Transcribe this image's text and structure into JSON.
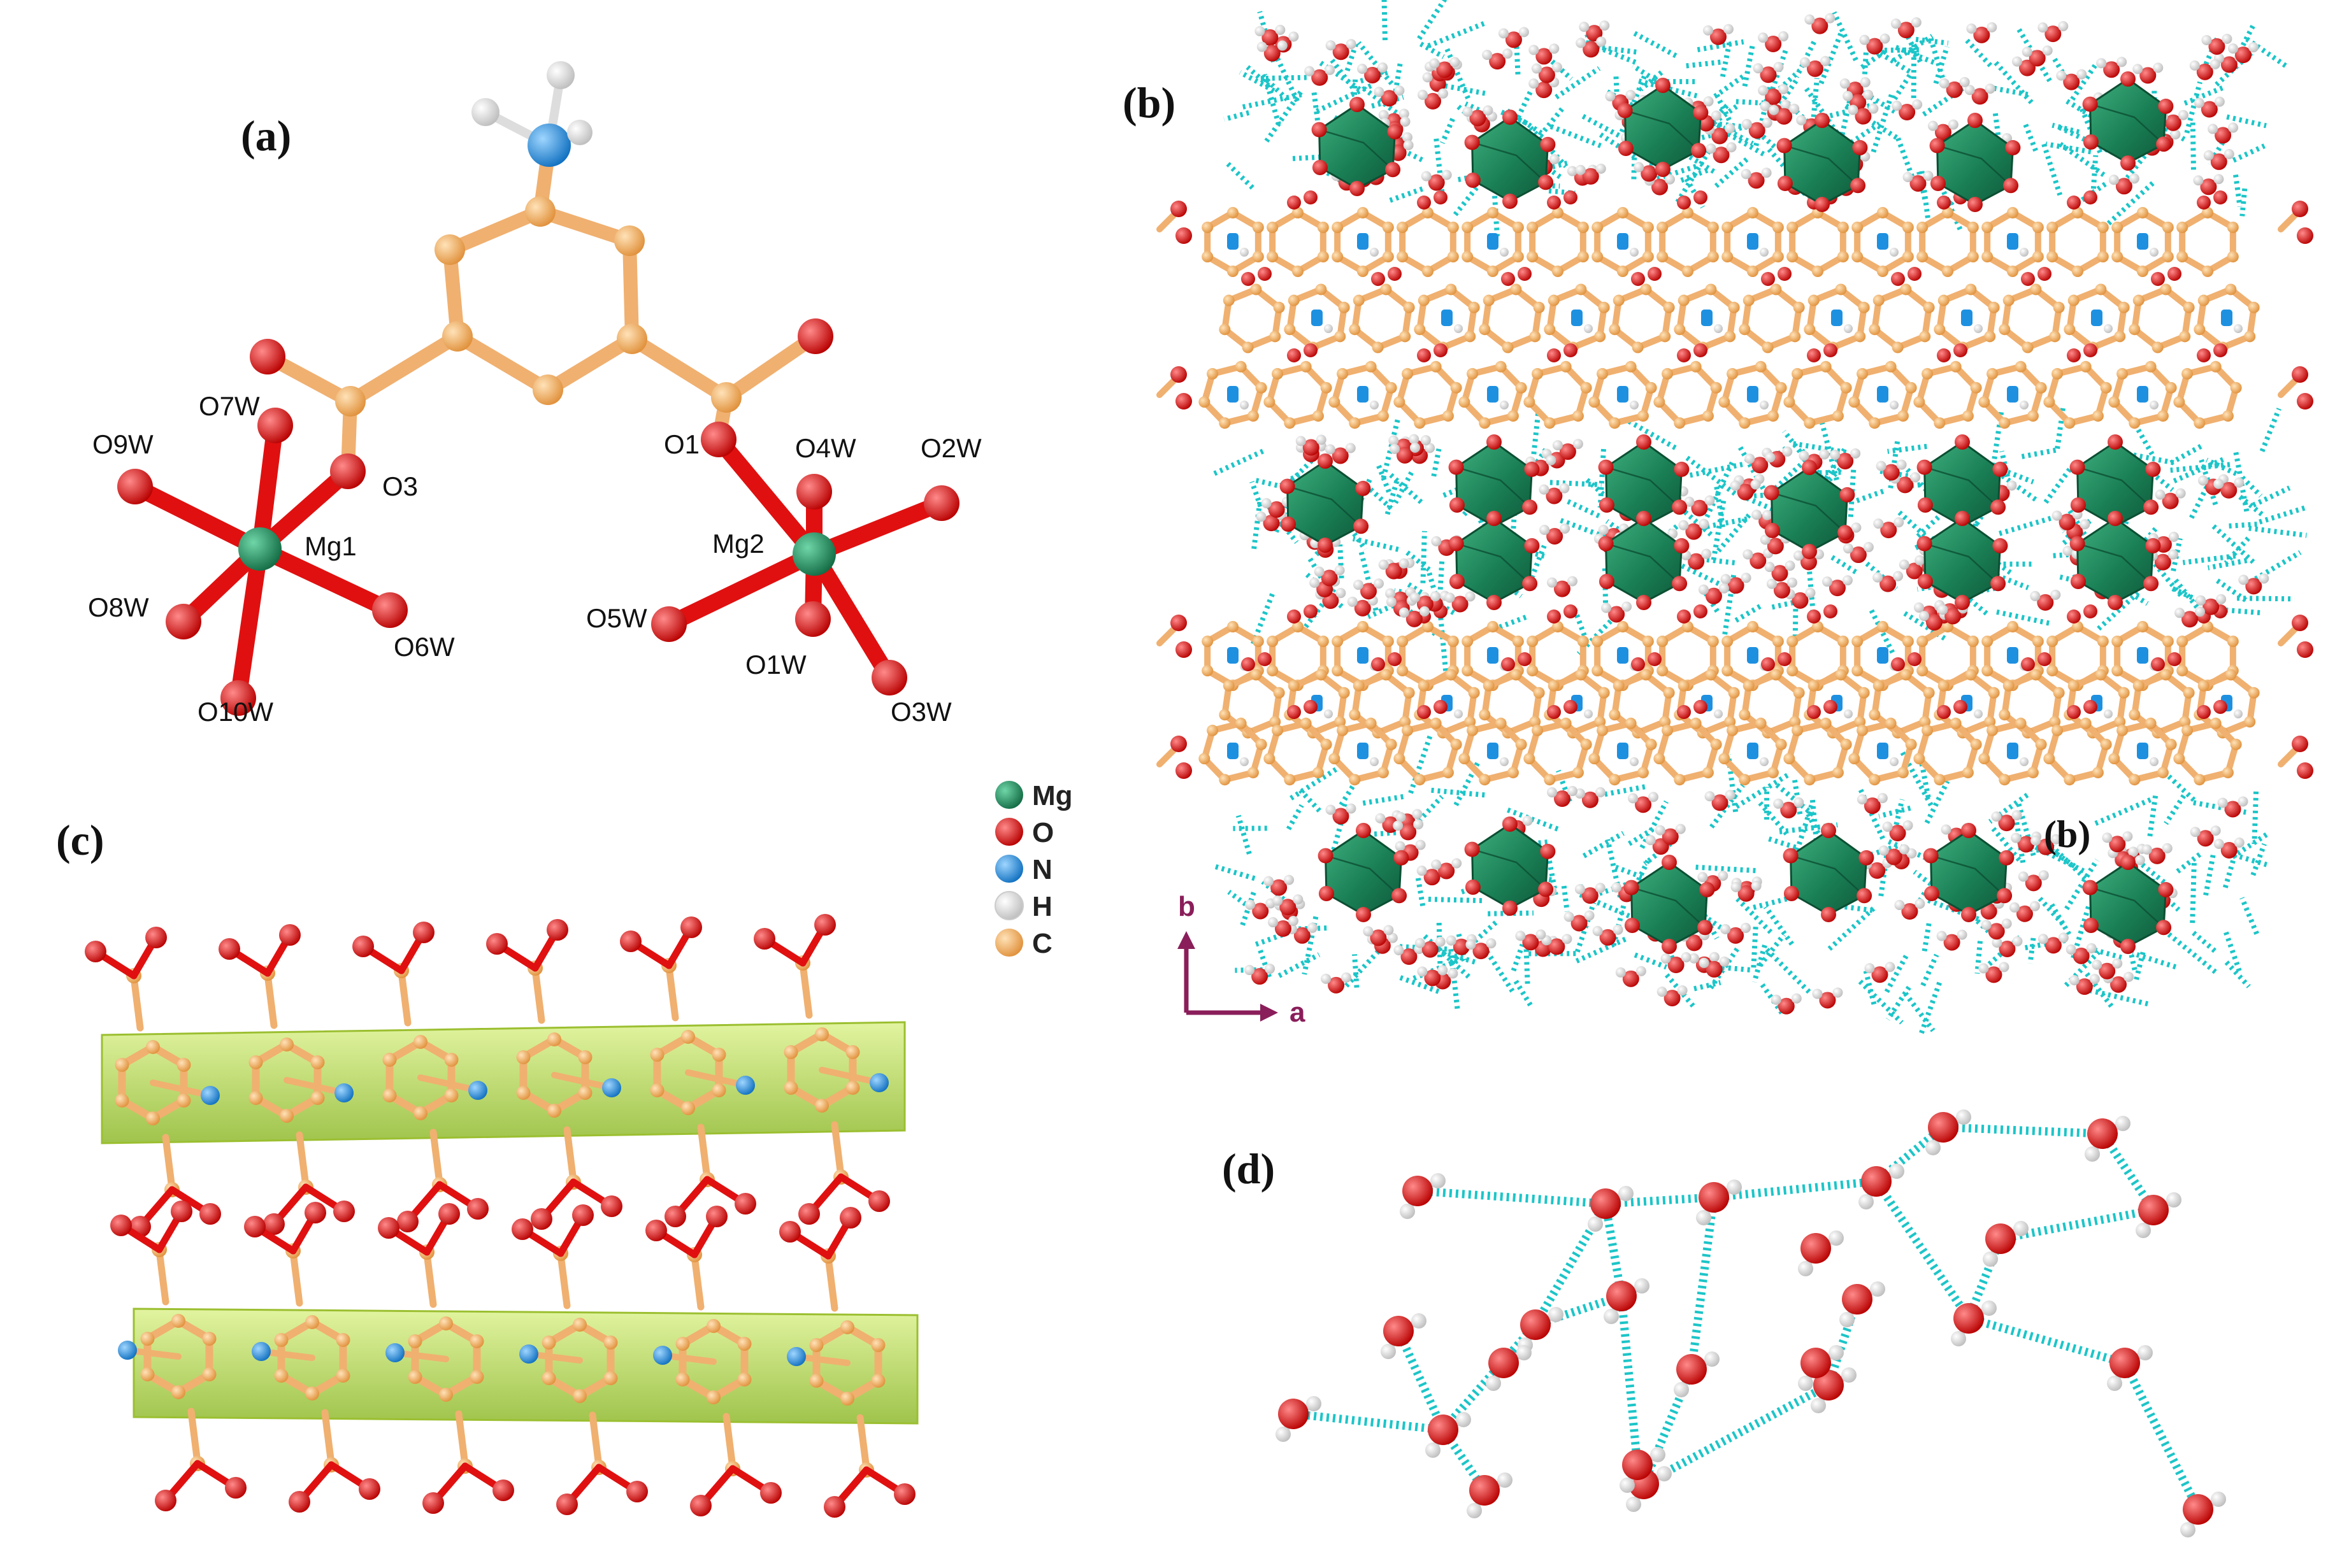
{
  "panels": {
    "a": {
      "label": "(a)"
    },
    "b": {
      "label": "(b)",
      "overlay_label": "(b)"
    },
    "c": {
      "label": "(c)"
    },
    "d": {
      "label": "(d)"
    }
  },
  "panel_a": {
    "metal_labels": [
      "Mg1",
      "Mg2"
    ],
    "oxygen_labels": [
      "O7W",
      "O9W",
      "O3",
      "O8W",
      "O6W",
      "O10W",
      "O1",
      "O4W",
      "O2W",
      "O5W",
      "O1W",
      "O3W"
    ]
  },
  "legend": {
    "items": [
      {
        "symbol": "Mg",
        "color": "#1f8f5f"
      },
      {
        "symbol": "O",
        "color": "#e01010"
      },
      {
        "symbol": "N",
        "color": "#1e90e0"
      },
      {
        "symbol": "H",
        "color": "#f2f2f2"
      },
      {
        "symbol": "C",
        "color": "#f0a850"
      }
    ]
  },
  "axes_b": {
    "x_label": "a",
    "y_label": "b",
    "color": "#8a1e5a"
  },
  "colors": {
    "carbon": "#f2a95a",
    "carbon_bond": "#f0b070",
    "oxygen": "#e01010",
    "nitrogen": "#1e90e0",
    "hydrogen": "#f2f2f2",
    "magnesium": "#1f8f5f",
    "hbond": "#1cc5c8",
    "stack": "#9ccc22"
  }
}
